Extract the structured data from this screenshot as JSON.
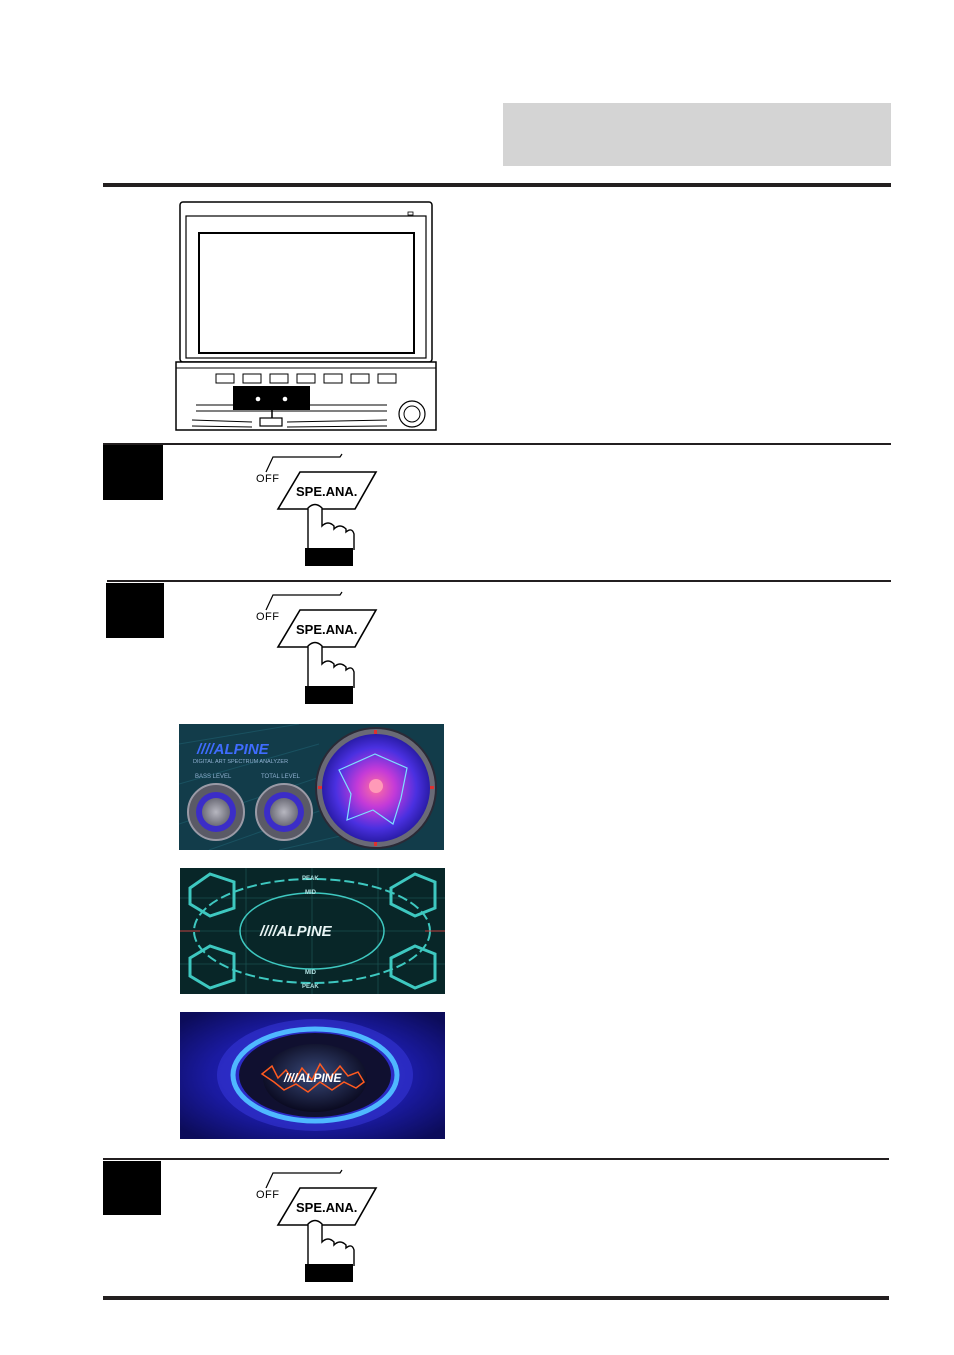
{
  "steps": [
    {
      "button": {
        "off_label": "OFF",
        "button_label": "SPE.ANA."
      }
    },
    {
      "button": {
        "off_label": "OFF",
        "button_label": "SPE.ANA."
      }
    },
    {
      "button": {
        "off_label": "OFF",
        "button_label": "SPE.ANA."
      }
    }
  ],
  "screens": {
    "screen1": {
      "logo": "////ALPINE",
      "subtitle": "DIGITAL ART SPECTRUM ANALYZER",
      "bass_label": "BASS LEVEL",
      "total_label": "TOTAL LEVEL"
    },
    "screen2": {
      "logo": "////ALPINE",
      "top_peak": "PEAK",
      "top_mid": "MID",
      "bottom_mid": "MID",
      "bottom_peak": "PEAK"
    },
    "screen3": {
      "logo": "////ALPINE"
    }
  }
}
